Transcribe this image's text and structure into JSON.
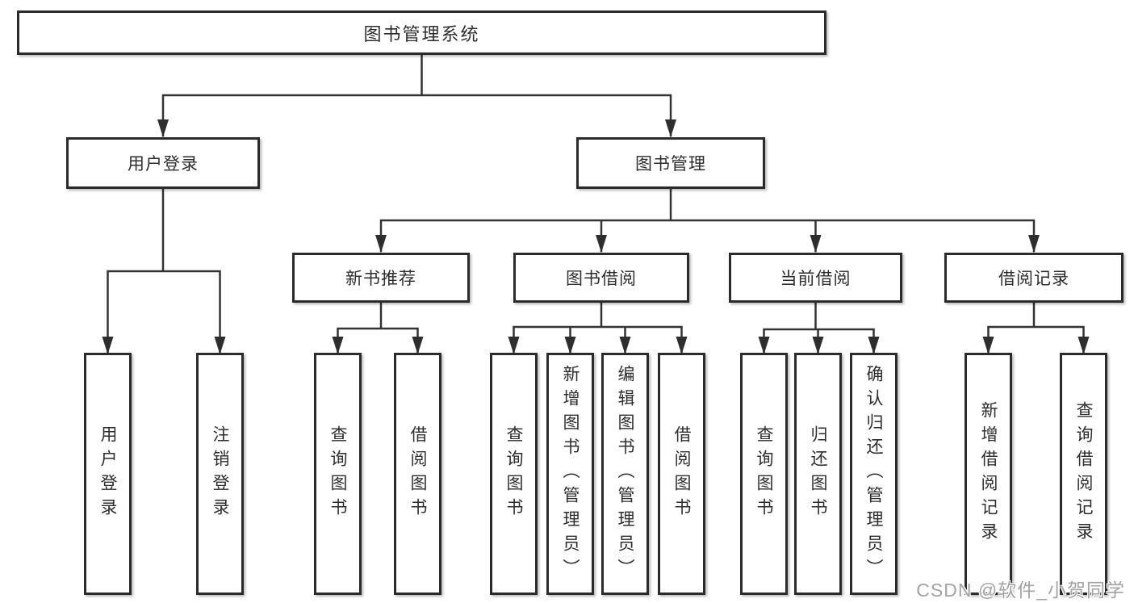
{
  "diagram_title": "图书管理系统",
  "tree": {
    "root": {
      "label": "图书管理系统"
    },
    "branches": [
      {
        "label": "用户登录",
        "children": [
          {
            "label": "用户登录"
          },
          {
            "label": "注销登录"
          }
        ]
      },
      {
        "label": "图书管理",
        "children": [
          {
            "label": "新书推荐",
            "children": [
              {
                "label": "查询图书"
              },
              {
                "label": "借阅图书"
              }
            ]
          },
          {
            "label": "图书借阅",
            "children": [
              {
                "label": "查询图书"
              },
              {
                "label": "新增图书（管理员）"
              },
              {
                "label": "编辑图书（管理员）"
              },
              {
                "label": "借阅图书"
              }
            ]
          },
          {
            "label": "当前借阅",
            "children": [
              {
                "label": "查询图书"
              },
              {
                "label": "归还图书"
              },
              {
                "label": "确认归还（管理员）"
              }
            ]
          },
          {
            "label": "借阅记录",
            "children": [
              {
                "label": "新增借阅记录"
              },
              {
                "label": "查询借阅记录"
              }
            ]
          }
        ]
      }
    ]
  },
  "watermark": "CSDN @软件_小贺同学",
  "colors": {
    "line": "#333333",
    "arrow": "#2e2e2e",
    "box_border": "#2b2b2b",
    "text": "#2d2d2d",
    "watermark": "#a3a3a3",
    "background": "#ffffff"
  }
}
